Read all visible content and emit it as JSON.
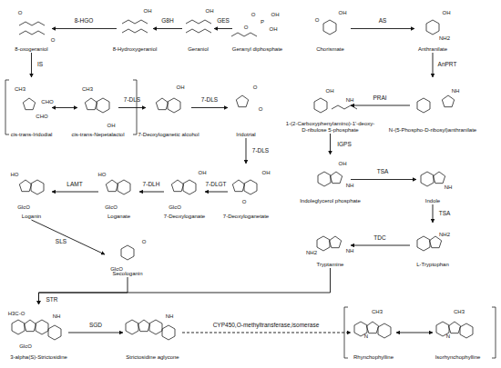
{
  "diagram": {
    "nodes": [
      {
        "text": [
          "Geranyl diphosphate"
        ]
      },
      {
        "text": [
          "Geraniol"
        ]
      },
      {
        "text": [
          "8-Hydroxygeraniol"
        ]
      },
      {
        "text": [
          "8-oxogeraniol"
        ]
      },
      {
        "text": [
          "cis-trans-Iridodial"
        ]
      },
      {
        "text": [
          "cis-trans-Nepetalactol"
        ]
      },
      {
        "text": [
          "7-Deoxyloganetic alcohol"
        ]
      },
      {
        "text": [
          "Iridotrial"
        ]
      },
      {
        "text": [
          "7-Deoxyloganetate"
        ]
      },
      {
        "text": [
          "7-Deoxyloganate"
        ]
      },
      {
        "text": [
          "Loganate"
        ]
      },
      {
        "text": [
          "Loganin"
        ]
      },
      {
        "text": [
          "Secologanin"
        ]
      },
      {
        "text": [
          "3-alpha(S)-Strictosidine"
        ]
      },
      {
        "text": [
          "Strictosidine aglycone"
        ]
      },
      {
        "text": [
          "Rhynchophylline"
        ]
      },
      {
        "text": [
          "Isorhynchophylline"
        ]
      },
      {
        "text": [
          "Chorismate"
        ]
      },
      {
        "text": [
          "Anthranilate"
        ]
      },
      {
        "text": [
          "N-(5-Phospho-D-ribosyl)anthranilate"
        ]
      },
      {
        "text": [
          "1-(2-Carboxyphenylamino)-1'-deoxy-D-ribulose 5-phosphate"
        ]
      },
      {
        "text": [
          "Indoleglycerol phosphate"
        ]
      },
      {
        "text": [
          "Indole"
        ]
      },
      {
        "text": [
          "L-Tryptophan"
        ]
      },
      {
        "text": [
          "Tryptamine"
        ]
      }
    ],
    "edges": [
      {
        "from": 0,
        "to": 1,
        "label": "GES",
        "arrow": "to"
      },
      {
        "from": 1,
        "to": 2,
        "label": "G8H",
        "arrow": "to"
      },
      {
        "from": 2,
        "to": 3,
        "label": "8-HGO",
        "arrow": "to"
      },
      {
        "from": 3,
        "to": 4,
        "label": "IS",
        "arrow": "to"
      },
      {
        "from": 4,
        "to": 5,
        "arrow": "both"
      },
      {
        "from": 5,
        "to": 6,
        "label": "7-DLS",
        "arrow": "to"
      },
      {
        "from": 6,
        "to": 7,
        "label": "7-DLS",
        "arrow": "to"
      },
      {
        "from": 7,
        "to": 8,
        "label": "7-DLS",
        "arrow": "to"
      },
      {
        "from": 8,
        "to": 9,
        "label": "7-DLGT",
        "arrow": "to"
      },
      {
        "from": 9,
        "to": 10,
        "label": "7-DLH",
        "arrow": "to"
      },
      {
        "from": 10,
        "to": 11,
        "label": "LAMT",
        "arrow": "to"
      },
      {
        "from": 11,
        "to": 12,
        "label": "SLS",
        "arrow": "to"
      },
      {
        "from": 12,
        "to": 13,
        "label": "STR",
        "arrow": "to"
      },
      {
        "from": 24,
        "to": 13,
        "arrow": "to"
      },
      {
        "from": 13,
        "to": 14,
        "label": "SGD",
        "arrow": "to"
      },
      {
        "from": 14,
        "to": 15,
        "label": "CYP450,O-methyltransferase,isomerase",
        "arrow": "to"
      },
      {
        "from": 15,
        "to": 16,
        "arrow": "both"
      },
      {
        "from": 17,
        "to": 18,
        "label": "AS",
        "arrow": "to"
      },
      {
        "from": 18,
        "to": 19,
        "label": "AnPRT",
        "arrow": "to"
      },
      {
        "from": 19,
        "to": 20,
        "label": "PRAI",
        "arrow": "to"
      },
      {
        "from": 20,
        "to": 21,
        "label": "IGPS",
        "arrow": "to"
      },
      {
        "from": 21,
        "to": 22,
        "label": "TSA",
        "arrow": "to"
      },
      {
        "from": 22,
        "to": 23,
        "label": "TSA",
        "arrow": "to"
      },
      {
        "from": 23,
        "to": 24,
        "label": "TDC",
        "arrow": "to"
      }
    ],
    "labels": [
      "O",
      "O",
      "OH",
      "OH",
      "O",
      "P",
      "OH",
      "OH",
      "O",
      "CH3",
      "CHO",
      "CHO",
      "CH3",
      "OH",
      "OH",
      "O",
      "O",
      "OH",
      "O",
      "OH",
      "GlcO",
      "HO",
      "GlcO",
      "HO",
      "GlcO",
      "GlcO",
      "O",
      "NH",
      "GlcO",
      "H3C-O",
      "NH",
      "CH3",
      "N",
      "CH3",
      "N",
      "O",
      "OH",
      "OH",
      "NH2",
      "NH",
      "OH",
      "NH",
      "OH",
      "NH",
      "NH",
      "NH2",
      "NH2",
      "NH"
    ]
  }
}
